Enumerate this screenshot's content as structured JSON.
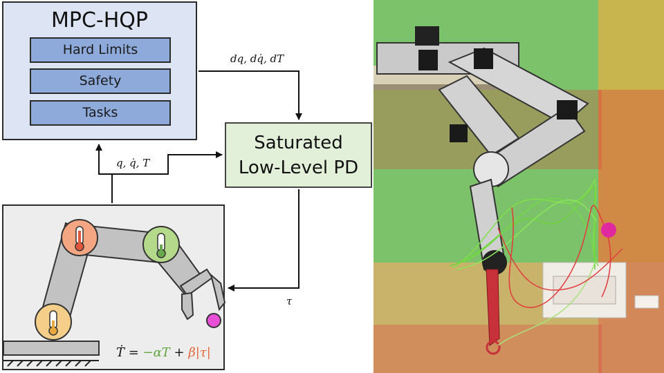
{
  "mpc": {
    "title": "MPC-HQP",
    "rows": [
      "Hard Limits",
      "Safety",
      "Tasks"
    ]
  },
  "pd": {
    "line1": "Saturated",
    "line2": "Low-Level PD"
  },
  "signals": {
    "desired": "dq, dq̇, dT",
    "state": "q, q̇, T",
    "torque": "τ"
  },
  "equation": {
    "lhs": "Ṫ = ",
    "term1": "−αT",
    "plus": " + ",
    "term2": "β|τ|"
  },
  "colors": {
    "mpc_fill": "#dde4f4",
    "row_fill": "#8eaadb",
    "pd_fill": "#e2efd9",
    "joint_hot": "#f4a582",
    "joint_cool": "#b5d98a",
    "joint_warm": "#f5cf8a",
    "end_effector": "#e84fd6",
    "wall_green": "#7cc26a",
    "wall_yellow": "#c8b54e",
    "limit_red": "#e23a3a"
  },
  "icons": [
    "thermometer-icon",
    "gripper-icon"
  ]
}
